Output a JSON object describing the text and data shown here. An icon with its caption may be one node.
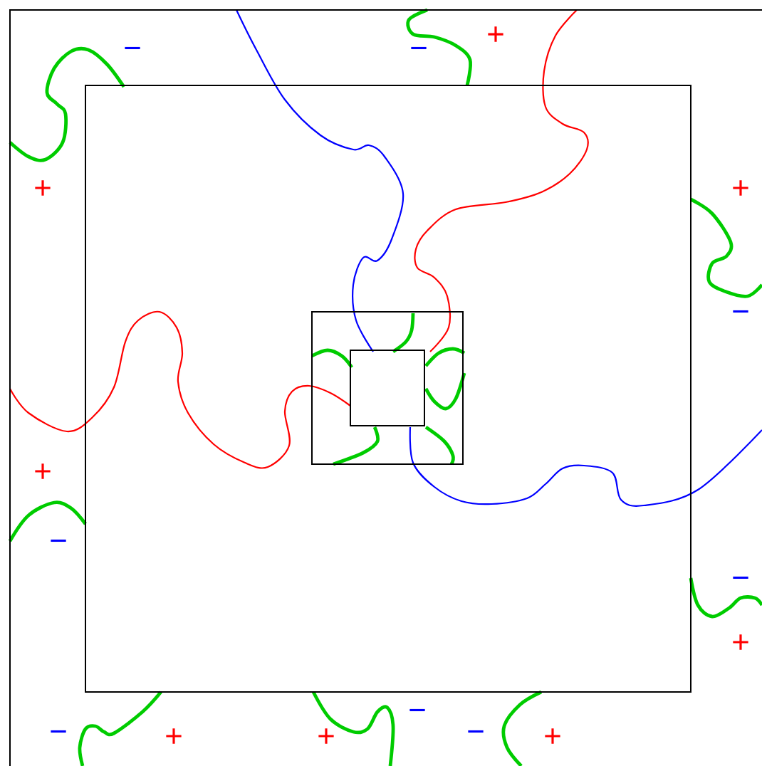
{
  "diagram": {
    "nodes": [
      {
        "text": [],
        "shape": "box"
      },
      {
        "text": [],
        "shape": "box",
        "in": 0
      },
      {
        "text": [],
        "shape": "box",
        "in": 1
      },
      {
        "text": [],
        "shape": "box",
        "in": 2
      }
    ],
    "labels": [
      "+",
      "−",
      "−",
      "+",
      "+",
      "−",
      "+",
      "−",
      "−",
      "+",
      "−",
      "−",
      "+",
      "+",
      "−",
      "+"
    ]
  }
}
